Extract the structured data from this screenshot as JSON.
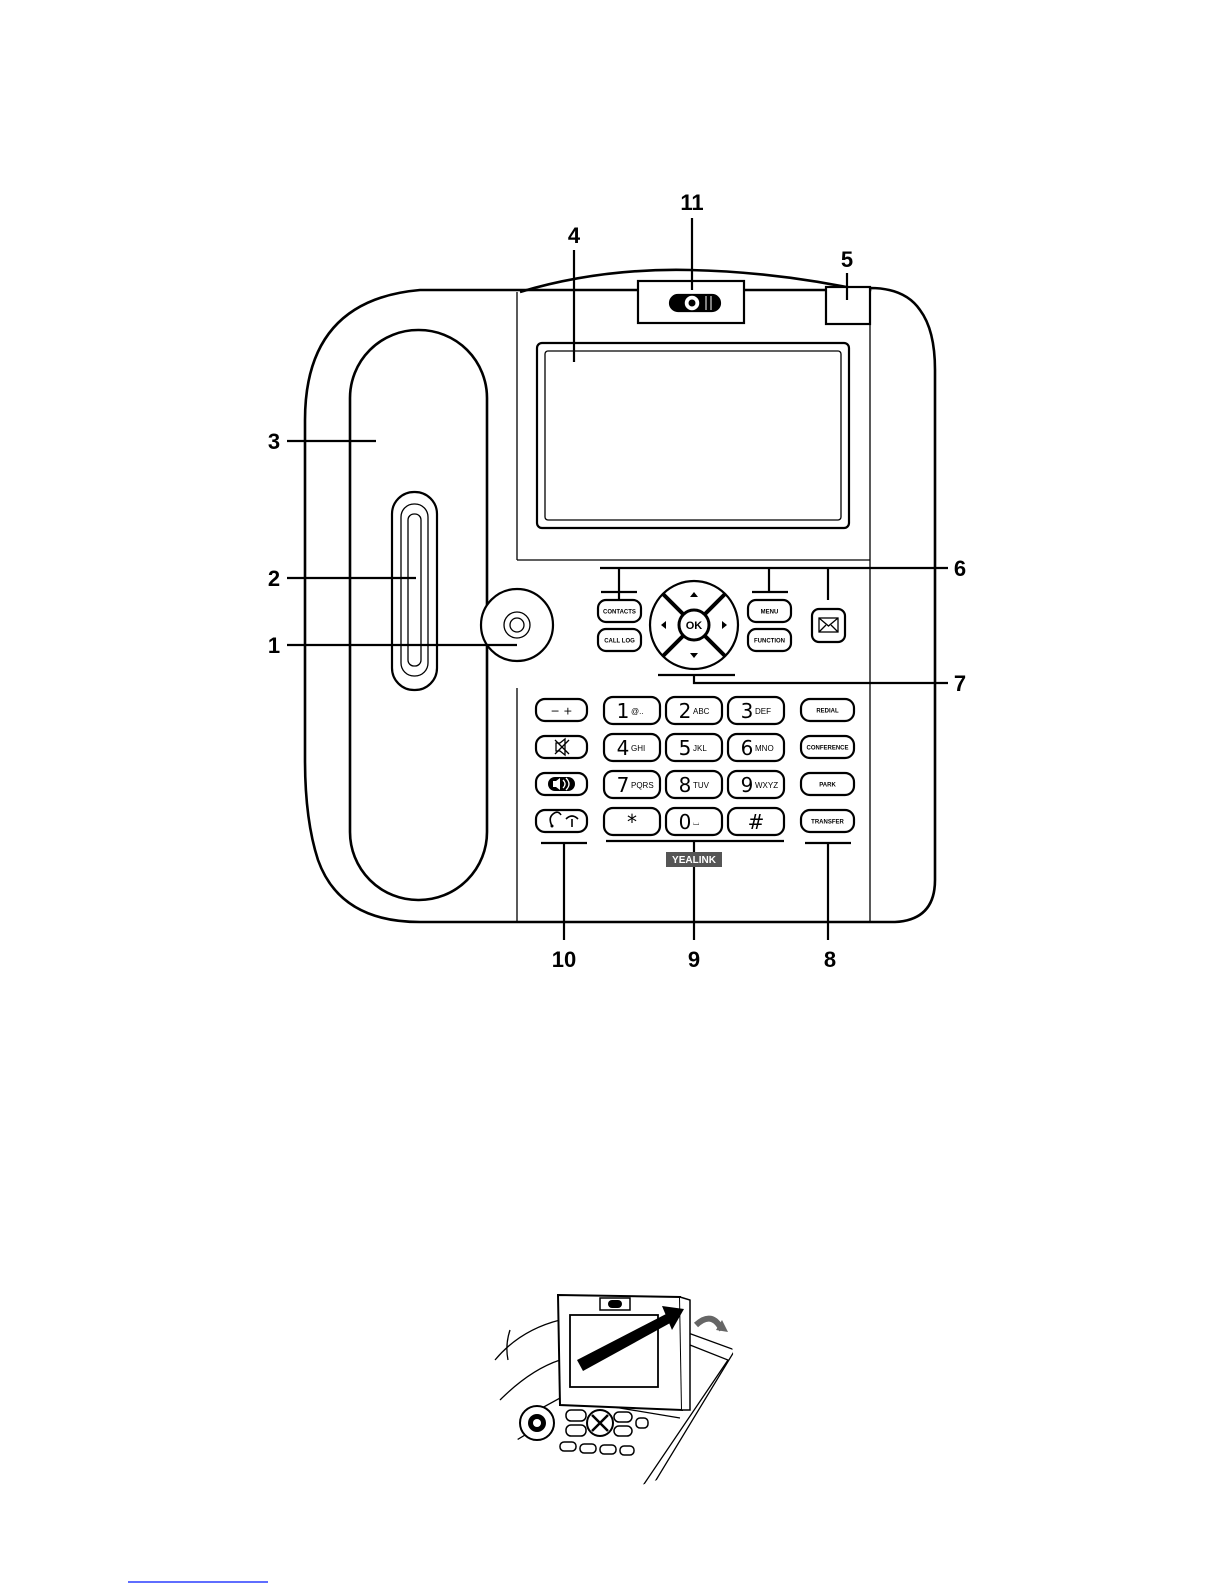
{
  "callouts": {
    "c1": "1",
    "c2": "2",
    "c3": "3",
    "c4": "4",
    "c5": "5",
    "c6": "6",
    "c7": "7",
    "c8": "8",
    "c9": "9",
    "c10": "10",
    "c11": "11"
  },
  "nav_buttons": {
    "contacts": "CONTACTS",
    "call_log": "CALL LOG",
    "menu": "MENU",
    "function": "FUNCTION",
    "ok": "OK"
  },
  "keypad": [
    {
      "digit": "1",
      "letters": "@.."
    },
    {
      "digit": "2",
      "letters": "ABC"
    },
    {
      "digit": "3",
      "letters": "DEF"
    },
    {
      "digit": "4",
      "letters": "GHI"
    },
    {
      "digit": "5",
      "letters": "JKL"
    },
    {
      "digit": "6",
      "letters": "MNO"
    },
    {
      "digit": "7",
      "letters": "PQRS"
    },
    {
      "digit": "8",
      "letters": "TUV"
    },
    {
      "digit": "9",
      "letters": "WXYZ"
    },
    {
      "digit": "*",
      "letters": ""
    },
    {
      "digit": "0",
      "letters": "⌴"
    },
    {
      "digit": "#",
      "letters": ""
    }
  ],
  "function_keys": {
    "redial": "REDIAL",
    "conference": "CONFERENCE",
    "park": "PARK",
    "transfer": "TRANSFER"
  },
  "left_keys": {
    "volume": "−   +"
  },
  "brand": "YEALINK"
}
